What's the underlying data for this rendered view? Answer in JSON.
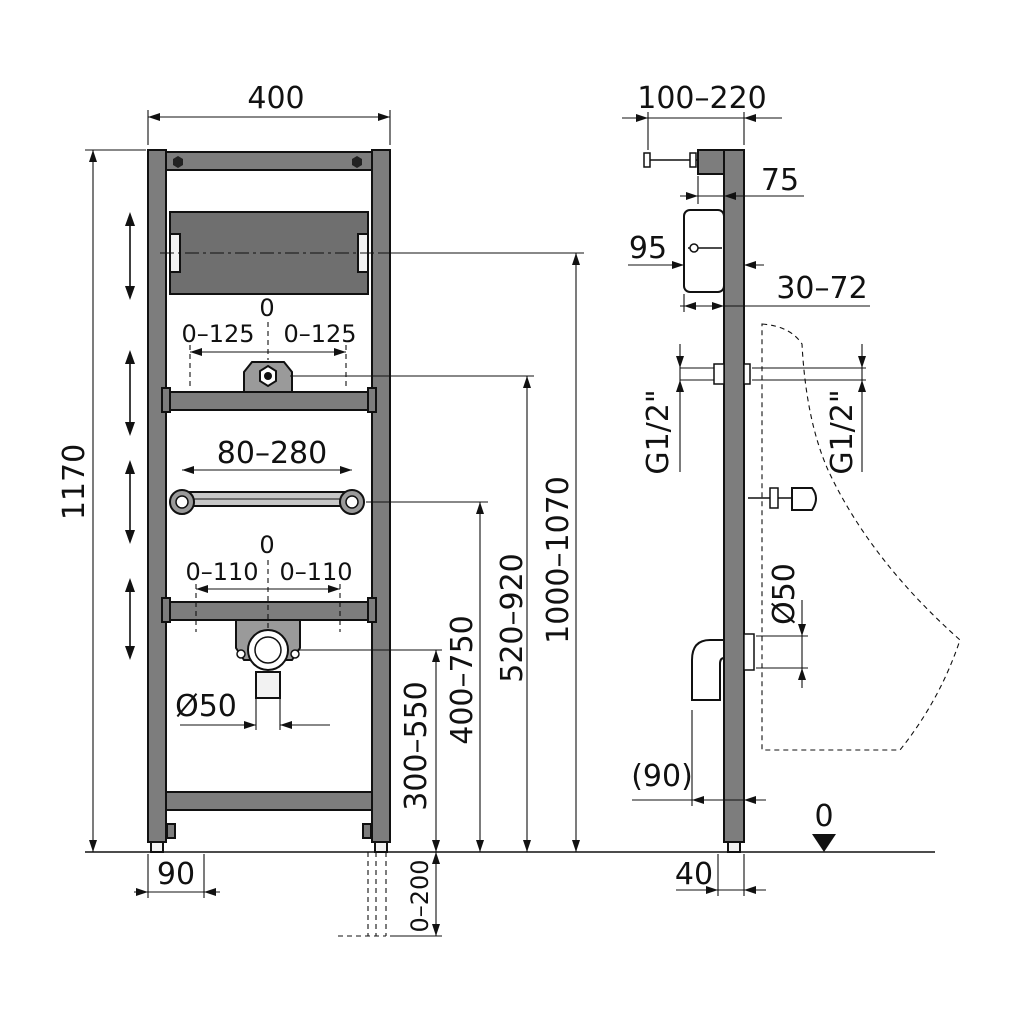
{
  "front_view": {
    "width_label": "400",
    "height_label": "1170",
    "h_offset_label_left": "0–125",
    "h_offset_label_right": "0–125",
    "h_zero_label": "0",
    "bar_span_label": "80–280",
    "drain_offset_left": "0–110",
    "drain_offset_right": "0–110",
    "drain_zero_label": "0",
    "drain_diameter_label": "Ø50",
    "foot_label": "90",
    "v_label_1": "300–550",
    "v_label_2": "400–750",
    "v_label_3": "520–920",
    "v_label_4": "1000–1070",
    "below_floor_label": "0–200"
  },
  "side_view": {
    "depth_label": "100–220",
    "box_depth_label": "75",
    "box_height_label": "95",
    "gap_label": "30–72",
    "thread_left_label": "G1/2\"",
    "thread_right_label": "G1/2\"",
    "drain_diameter_label": "Ø50",
    "elbow_label": "(90)",
    "foot_label": "40",
    "floor_zero_label": "0"
  }
}
